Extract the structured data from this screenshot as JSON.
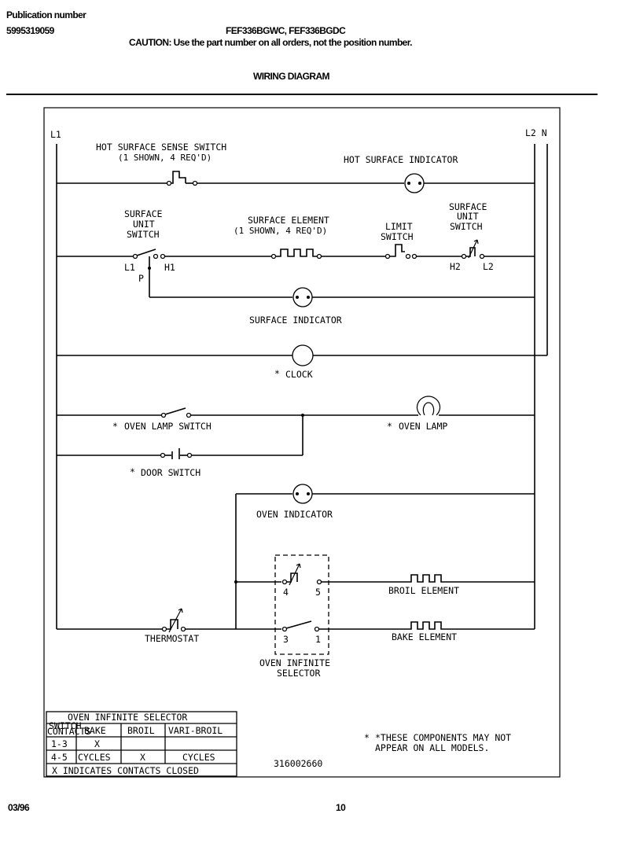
{
  "header": {
    "publication_label": "Publication number",
    "publication_number": "5995319059",
    "models": "FEF336BGWC, FEF336BGDC",
    "caution": "CAUTION:  Use the part number on all orders, not the position number.",
    "section_title": "WIRING DIAGRAM"
  },
  "diagram": {
    "lines": {
      "l1": "L1",
      "l2n": "L2 N"
    },
    "hot_surface_sense_switch": {
      "line1": "HOT SURFACE SENSE SWITCH",
      "line2": "(1 SHOWN, 4 REQ'D)"
    },
    "hot_surface_indicator": "HOT SURFACE INDICATOR",
    "surface_unit_switch_left": [
      "SURFACE",
      "UNIT",
      "SWITCH"
    ],
    "surface_element": {
      "line1": "SURFACE ELEMENT",
      "line2": "(1 SHOWN, 4 REQ'D)"
    },
    "limit_switch": [
      "LIMIT",
      "SWITCH"
    ],
    "surface_unit_switch_right": [
      "SURFACE",
      "UNIT",
      "SWITCH"
    ],
    "terminals": {
      "l1": "L1",
      "h1": "H1",
      "p": "P",
      "h2": "H2",
      "l2": "L2"
    },
    "surface_indicator": "SURFACE INDICATOR",
    "clock": "CLOCK",
    "asterisk": "*",
    "oven_lamp_switch": "OVEN LAMP SWITCH",
    "oven_lamp": "OVEN LAMP",
    "door_switch": "DOOR SWITCH",
    "oven_indicator": "OVEN INDICATOR",
    "selector_contacts": {
      "c4": "4",
      "c5": "5",
      "c3": "3",
      "c1": "1"
    },
    "broil_element": "BROIL ELEMENT",
    "bake_element": "BAKE ELEMENT",
    "thermostat": "THERMOSTAT",
    "oven_infinite_selector": [
      "OVEN INFINITE",
      "SELECTOR"
    ],
    "note": [
      "*THESE COMPONENTS MAY NOT",
      "APPEAR ON ALL MODELS."
    ],
    "diagram_number": "316002660"
  },
  "selector_table": {
    "title": "OVEN INFINITE SELECTOR",
    "corner_header": [
      "SWITCH",
      "CONTACTS"
    ],
    "columns": [
      "BAKE",
      "BROIL",
      "VARI-BROIL"
    ],
    "rows": [
      {
        "contacts": "1-3",
        "cells": [
          "X",
          "",
          ""
        ]
      },
      {
        "contacts": "4-5",
        "cells": [
          "CYCLES",
          "X",
          "CYCLES"
        ]
      }
    ],
    "footer": "X INDICATES CONTACTS CLOSED"
  },
  "footer": {
    "date": "03/96",
    "page": "10"
  }
}
